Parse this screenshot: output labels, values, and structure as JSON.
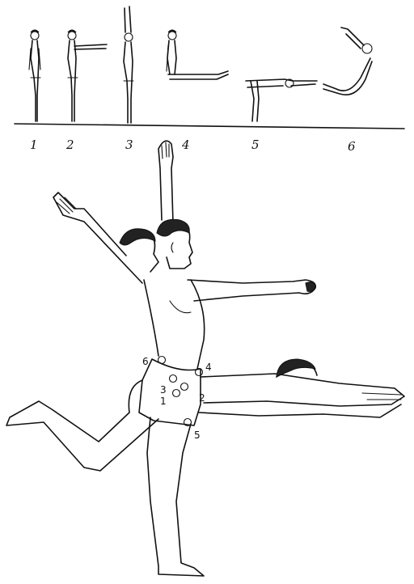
{
  "top_sequence": {
    "labels": [
      "1",
      "2",
      "3",
      "4",
      "5",
      "6"
    ]
  },
  "main_figure": {
    "points": [
      "1",
      "2",
      "3",
      "4",
      "5",
      "6"
    ]
  }
}
